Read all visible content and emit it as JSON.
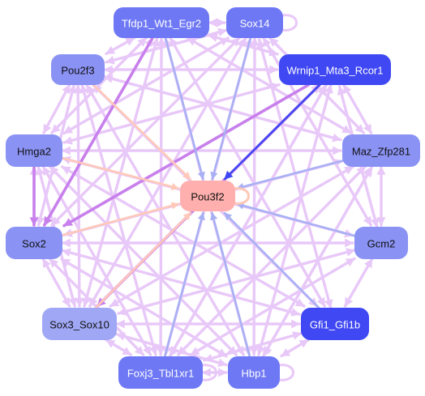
{
  "network": {
    "hub": "Pou3f2",
    "nodes": [
      {
        "id": "tfdp1",
        "label": "Tfdp1_Wt1_Egr2",
        "fill": "#6e78f4",
        "text": "#ffffff"
      },
      {
        "id": "sox14",
        "label": "Sox14",
        "fill": "#6e78f4",
        "text": "#ffffff"
      },
      {
        "id": "pou2f3",
        "label": "Pou2f3",
        "fill": "#8a92f4",
        "text": "#111111"
      },
      {
        "id": "wrnip1",
        "label": "Wrnip1_Mta3_Rcor1",
        "fill": "#3f48f2",
        "text": "#ffffff"
      },
      {
        "id": "hmga2",
        "label": "Hmga2",
        "fill": "#8a92f4",
        "text": "#111111"
      },
      {
        "id": "maz",
        "label": "Maz_Zfp281",
        "fill": "#8a92f4",
        "text": "#111111"
      },
      {
        "id": "pou3f2",
        "label": "Pou3f2",
        "fill": "#ffb0ae",
        "text": "#111111"
      },
      {
        "id": "sox2",
        "label": "Sox2",
        "fill": "#8a92f4",
        "text": "#111111"
      },
      {
        "id": "gcm2",
        "label": "Gcm2",
        "fill": "#8a92f4",
        "text": "#111111"
      },
      {
        "id": "sox3",
        "label": "Sox3_Sox10",
        "fill": "#a0a8f6",
        "text": "#111111"
      },
      {
        "id": "gfi1",
        "label": "Gfi1_Gfi1b",
        "fill": "#3f48f2",
        "text": "#ffffff"
      },
      {
        "id": "foxj3",
        "label": "Foxj3_Tbl1xr1",
        "fill": "#6e78f4",
        "text": "#ffffff"
      },
      {
        "id": "hbp1",
        "label": "Hbp1",
        "fill": "#6e78f4",
        "text": "#ffffff"
      }
    ],
    "edge_colors": {
      "regular": "#e8c8f8",
      "strong": "#c880ec",
      "to_hub_blue": "#a8b0f4",
      "to_hub_dark": "#3f48f2",
      "to_hub_peach": "#ffc8b8"
    }
  }
}
